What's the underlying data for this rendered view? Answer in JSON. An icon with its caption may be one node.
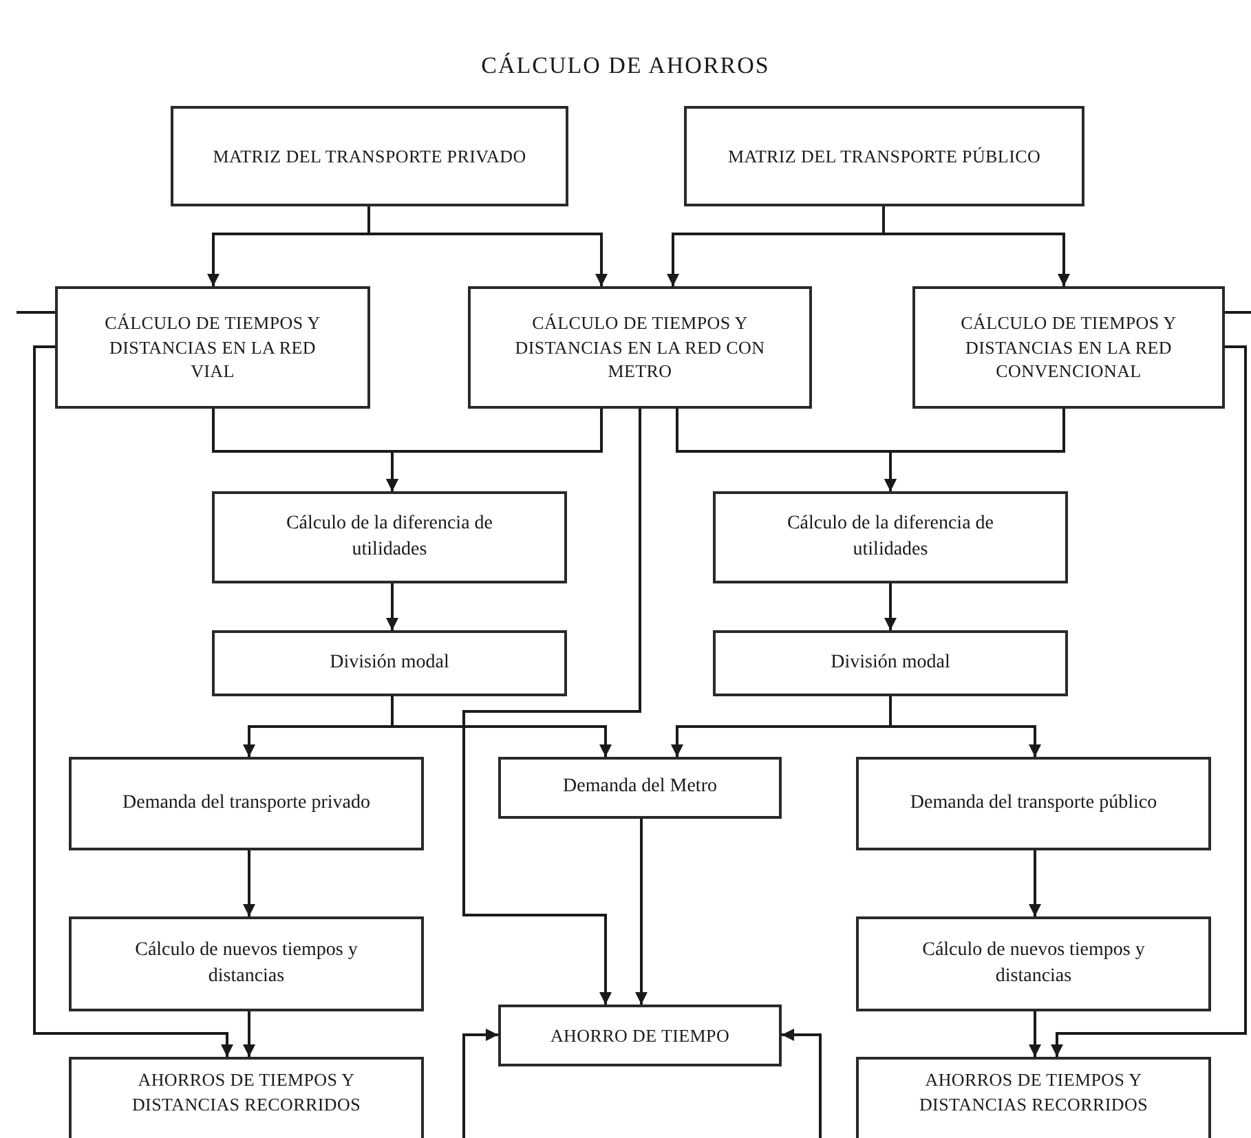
{
  "diagram": {
    "title": "CÁLCULO DE AHORROS",
    "nodes": [
      {
        "text": [
          "MATRIZ DEL TRANSPORTE PRIVADO"
        ]
      },
      {
        "text": [
          "MATRIZ DEL TRANSPORTE PÚBLICO"
        ]
      },
      {
        "text": [
          "CÁLCULO DE TIEMPOS Y DISTANCIAS EN LA RED VIAL"
        ]
      },
      {
        "text": [
          "CÁLCULO DE TIEMPOS Y DISTANCIAS EN LA RED CON METRO"
        ]
      },
      {
        "text": [
          "CÁLCULO DE TIEMPOS Y DISTANCIAS EN LA RED CONVENCIONAL"
        ]
      },
      {
        "text": [
          "Cálculo de la diferencia de utilidades"
        ]
      },
      {
        "text": [
          "División modal"
        ]
      },
      {
        "text": [
          "Cálculo de la diferencia de utilidades"
        ]
      },
      {
        "text": [
          "División modal"
        ]
      },
      {
        "text": [
          "Demanda del transporte privado"
        ]
      },
      {
        "text": [
          "Demanda del Metro"
        ]
      },
      {
        "text": [
          "Demanda del transporte público"
        ]
      },
      {
        "text": [
          "Cálculo de nuevos tiempos y distancias"
        ]
      },
      {
        "text": [
          "Cálculo de nuevos tiempos y distancias"
        ]
      },
      {
        "text": [
          "AHORRO DE TIEMPO"
        ]
      },
      {
        "text": [
          "AHORROS DE TIEMPOS Y DISTANCIAS RECORRIDOS"
        ]
      },
      {
        "text": [
          "AHORROS DE TIEMPOS Y DISTANCIAS RECORRIDOS"
        ]
      }
    ],
    "edges": [
      {
        "from": 0,
        "to": 2,
        "arrow": "to"
      },
      {
        "from": 0,
        "to": 3,
        "arrow": "to"
      },
      {
        "from": 1,
        "to": 3,
        "arrow": "to"
      },
      {
        "from": 1,
        "to": 4,
        "arrow": "to"
      },
      {
        "from": null,
        "to": 2,
        "arrow": "none"
      },
      {
        "from": 2,
        "to": 5,
        "arrow": "to"
      },
      {
        "from": 3,
        "to": 5,
        "arrow": "to"
      },
      {
        "from": 3,
        "to": 7,
        "arrow": "to"
      },
      {
        "from": 4,
        "to": 7,
        "arrow": "to"
      },
      {
        "from": 5,
        "to": 6,
        "arrow": "to"
      },
      {
        "from": 7,
        "to": 8,
        "arrow": "to"
      },
      {
        "from": 6,
        "to": 9,
        "arrow": "to"
      },
      {
        "from": 6,
        "to": 10,
        "arrow": "to"
      },
      {
        "from": 8,
        "to": 10,
        "arrow": "to"
      },
      {
        "from": 8,
        "to": 11,
        "arrow": "to"
      },
      {
        "from": 3,
        "to": 14,
        "arrow": "to"
      },
      {
        "from": 10,
        "to": 14,
        "arrow": "to"
      },
      {
        "from": 9,
        "to": 12,
        "arrow": "to"
      },
      {
        "from": 11,
        "to": 13,
        "arrow": "to"
      },
      {
        "from": 12,
        "to": 15,
        "arrow": "to"
      },
      {
        "from": 13,
        "to": 16,
        "arrow": "to"
      },
      {
        "from": 2,
        "to": 15,
        "arrow": "to"
      },
      {
        "from": 4,
        "to": 16,
        "arrow": "to"
      },
      {
        "from": null,
        "to": 14,
        "arrow": "to"
      },
      {
        "from": null,
        "to": 14,
        "arrow": "to"
      },
      {
        "from": 4,
        "to": null,
        "arrow": "none"
      }
    ]
  }
}
